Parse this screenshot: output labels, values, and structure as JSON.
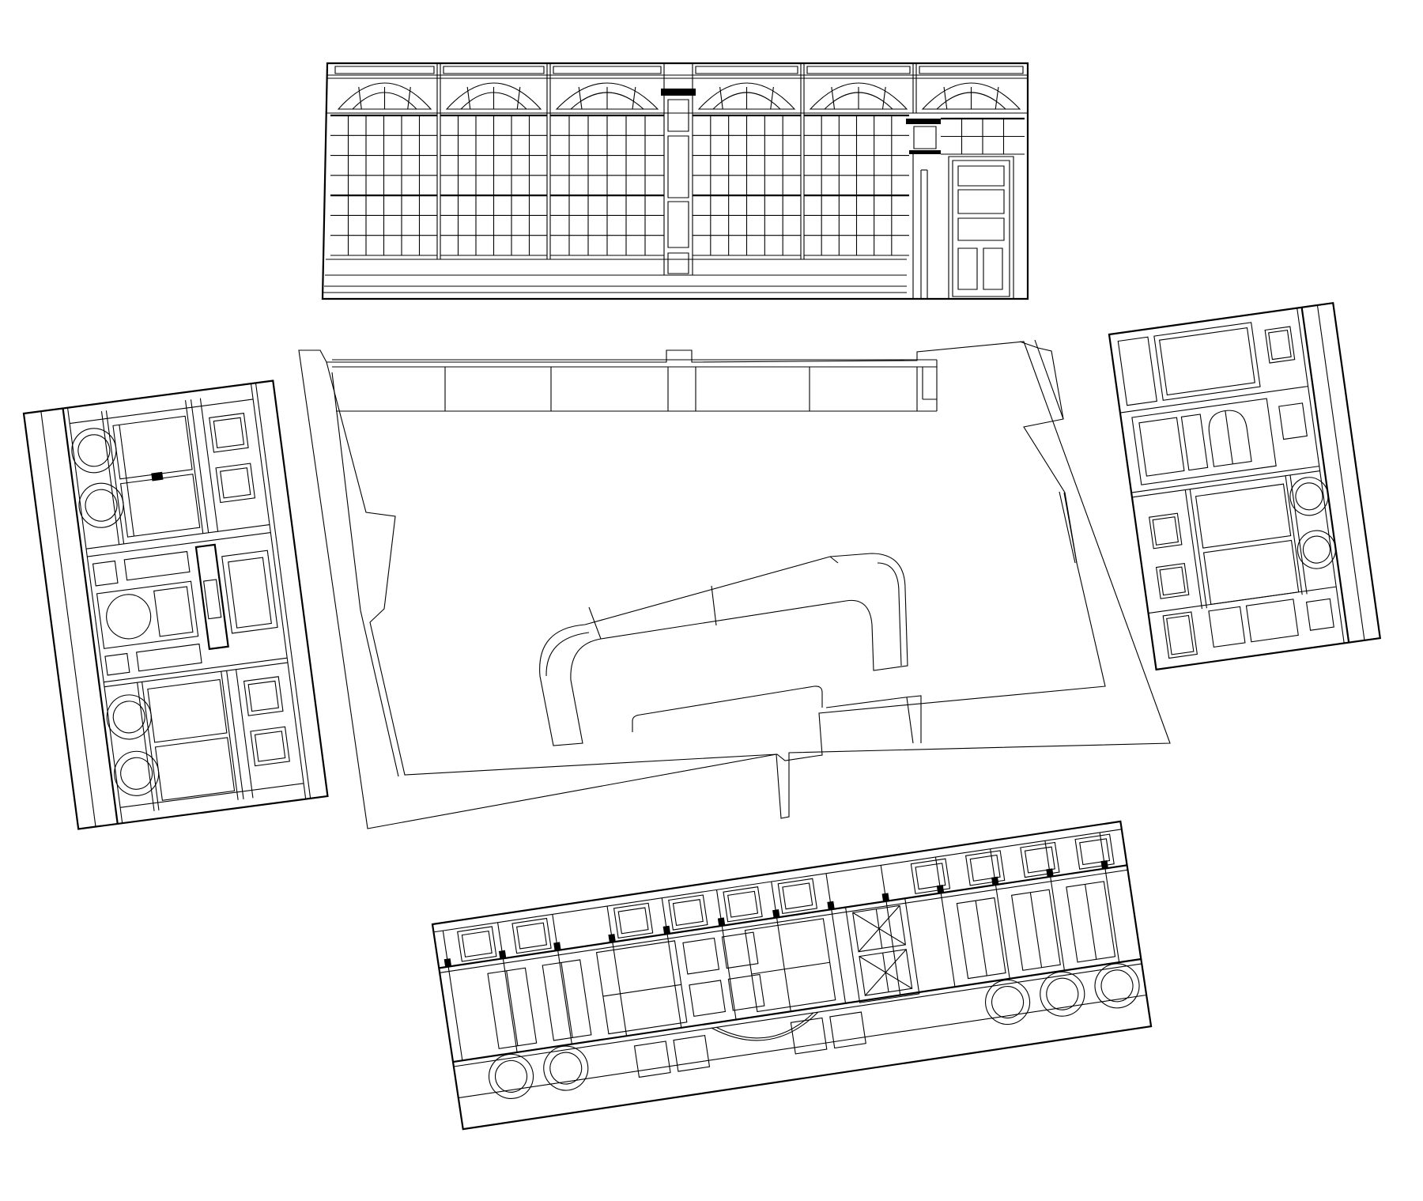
{
  "drawing": {
    "type": "interior-elevations-and-floor-plan",
    "views": [
      {
        "id": "elevation-top",
        "kind": "wall-elevation",
        "features": [
          "arched-fanlights",
          "shelving-grid",
          "paneled-door"
        ]
      },
      {
        "id": "plan-center",
        "kind": "floor-plan",
        "features": [
          "room-outline",
          "curved-counter",
          "window-wall"
        ]
      },
      {
        "id": "elevation-left",
        "kind": "wall-elevation",
        "features": [
          "pilasters",
          "panels",
          "round-medallions"
        ]
      },
      {
        "id": "elevation-right",
        "kind": "wall-elevation",
        "features": [
          "pilasters",
          "panels",
          "arched-opening"
        ]
      },
      {
        "id": "elevation-bottom",
        "kind": "wall-elevation",
        "features": [
          "pilasters",
          "panels",
          "cross-braced-door",
          "round-medallions"
        ]
      }
    ],
    "line_color": "#000000",
    "background": "#ffffff"
  }
}
